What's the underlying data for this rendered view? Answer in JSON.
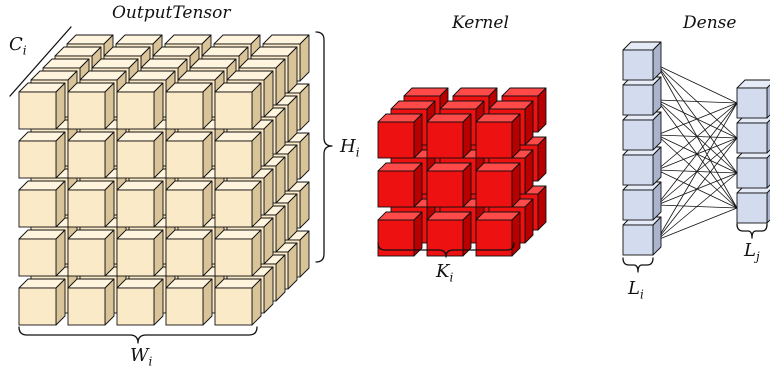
{
  "colors": {
    "output_front": "#fbeac7",
    "output_top": "#fff4dd",
    "output_side": "#d9c49a",
    "kernel_front": "#ee1111",
    "kernel_top": "#ff4a4a",
    "kernel_side": "#b80000",
    "dense_front": "#d3dbef",
    "dense_top": "#e6ebf8",
    "dense_side": "#aab4cf",
    "stroke": "#111111"
  },
  "output_tensor": {
    "title": "OutputTensor",
    "grid": {
      "rows": 5,
      "cols": 5,
      "depth": 5
    },
    "c_label": {
      "base": "C",
      "sub": "i"
    },
    "h_label": {
      "base": "H",
      "sub": "i"
    },
    "w_label": {
      "base": "W",
      "sub": "i"
    }
  },
  "kernel": {
    "title": "Kernel",
    "grid": {
      "rows": 3,
      "cols": 3,
      "depth": 3
    },
    "k_label": {
      "base": "K",
      "sub": "i"
    }
  },
  "dense": {
    "title": "Dense",
    "left_column": {
      "count": 6,
      "label": {
        "base": "L",
        "sub": "i"
      }
    },
    "right_column": {
      "count": 4,
      "label": {
        "base": "L",
        "sub": "j"
      }
    }
  }
}
